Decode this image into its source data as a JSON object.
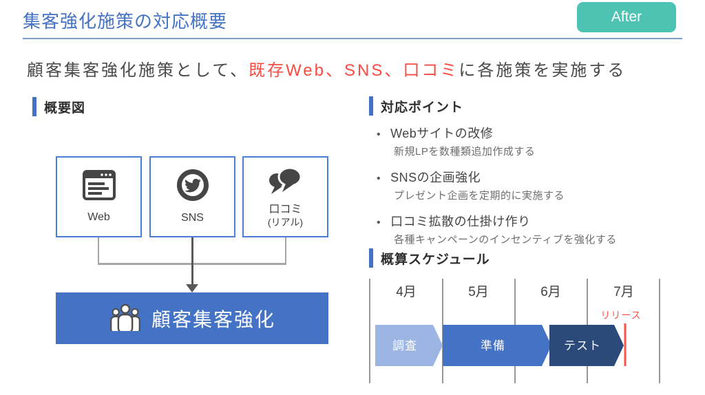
{
  "header": {
    "title": "集客強化施策の対応概要",
    "badge": "After"
  },
  "subtitle": {
    "prefix": "顧客集客強化施策として、",
    "highlight": "既存Web、SNS、口コミ",
    "suffix": "に各施策を実施する"
  },
  "overview": {
    "heading": "概要図",
    "channels": [
      {
        "icon": "browser-icon",
        "label": "Web"
      },
      {
        "icon": "twitter-icon",
        "label": "SNS"
      },
      {
        "icon": "chat-bubbles-icon",
        "label": "口コミ",
        "sublabel": "(リアル)"
      }
    ],
    "goal": {
      "icon": "people-group-icon",
      "label": "顧客集客強化"
    }
  },
  "points": {
    "heading": "対応ポイント",
    "items": [
      {
        "title": "Webサイトの改修",
        "detail": "新規LPを数種類追加作成する"
      },
      {
        "title": "SNSの企画強化",
        "detail": "プレゼント企画を定期的に実施する"
      },
      {
        "title": "口コミ拡散の仕掛け作り",
        "detail": "各種キャンペーンのインセンティブを強化する"
      }
    ]
  },
  "schedule": {
    "heading": "概算スケジュール",
    "months": [
      "4月",
      "5月",
      "6月",
      "7月"
    ],
    "phases": [
      {
        "label": "調査",
        "color": "#9CB5E2"
      },
      {
        "label": "準備",
        "color": "#4472C4"
      },
      {
        "label": "テスト",
        "color": "#2B4979"
      }
    ],
    "milestone": {
      "label": "リリース",
      "color": "#FF534B"
    }
  },
  "colors": {
    "accent_blue": "#4472C4",
    "badge_teal": "#4EC3B4",
    "highlight_red": "#F94B42",
    "connector_gray": "#A6A6A6",
    "icon_gray": "#454545"
  }
}
